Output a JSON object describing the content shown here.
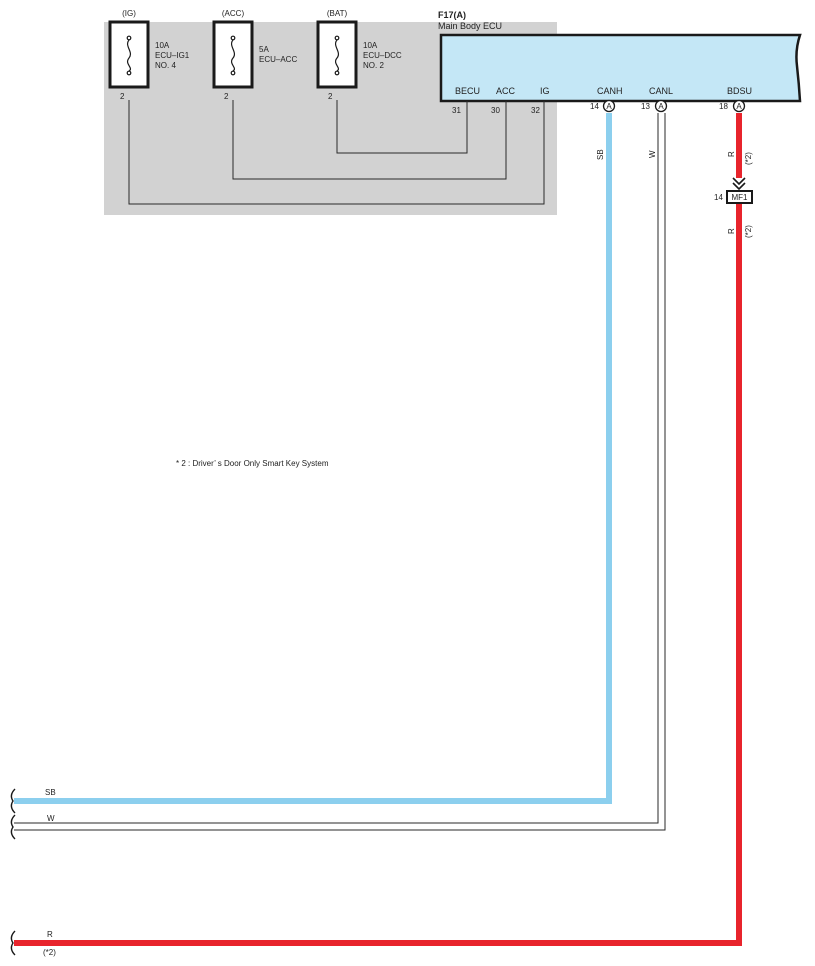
{
  "ecu": {
    "code": "F17(A)",
    "name": "Main Body ECU",
    "pins": {
      "becu": {
        "label": "BECU",
        "number": "31"
      },
      "acc": {
        "label": "ACC",
        "number": "30"
      },
      "ig": {
        "label": "IG",
        "number": "32"
      },
      "canh": {
        "label": "CANH",
        "number": "14",
        "connector": "A"
      },
      "canl": {
        "label": "CANL",
        "number": "13",
        "connector": "A"
      },
      "bdsu": {
        "label": "BDSU",
        "number": "18",
        "connector": "A"
      }
    }
  },
  "fuses": [
    {
      "circuit": "(IG)",
      "rating": "10A",
      "name_line1": "ECU–IG1",
      "name_line2": "NO. 4",
      "terminal": "2"
    },
    {
      "circuit": "(ACC)",
      "rating": "5A",
      "name_line1": "ECU–ACC",
      "name_line2": "",
      "terminal": "2"
    },
    {
      "circuit": "(BAT)",
      "rating": "10A",
      "name_line1": "ECU–DCC",
      "name_line2": "NO. 2",
      "terminal": "2"
    }
  ],
  "wires": {
    "canh_color": "SB",
    "canl_color": "W",
    "bdsu_color": "R",
    "bdsu_note": "(*2)",
    "bottom_sb": "SB",
    "bottom_w": "W",
    "bottom_r": "R",
    "bottom_r_note": "(*2)"
  },
  "junction": {
    "pin": "14",
    "name": "MF1"
  },
  "footnote": "* 2 : Driver’ s Door Only Smart Key System",
  "colors": {
    "sb": "#8ccfee",
    "r": "#e8242c",
    "ecu_fill": "#c4e7f6",
    "shade": "#d2d2d2"
  }
}
